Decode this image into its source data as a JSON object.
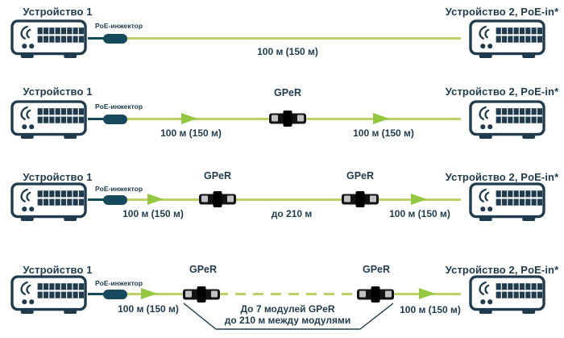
{
  "colors": {
    "text_navy": "#1f3b4d",
    "device_outline": "#1f3b4d",
    "injector_teal": "#17495c",
    "cable_green": "#bdd166",
    "arrow_green": "#94c841",
    "module_black": "#151414",
    "module_gray": "#c0c3c4",
    "background": "#ffffff"
  },
  "rows": [
    {
      "device_left": "Устройство 1",
      "injector_label": "PoE-инжектор",
      "device_right": "Устройство 2, PoE-in*",
      "modules": [],
      "segments": [
        {
          "label": "100 м (150 м)",
          "style": "solid",
          "arrow": false
        }
      ]
    },
    {
      "device_left": "Устройство 1",
      "injector_label": "PoE-инжектор",
      "device_right": "Устройство 2, PoE-in*",
      "modules": [
        {
          "label": "GPeR"
        }
      ],
      "segments": [
        {
          "label": "100 м (150 м)",
          "style": "solid",
          "arrow": true
        },
        {
          "label": "100 м (150 м)",
          "style": "solid",
          "arrow": true
        }
      ]
    },
    {
      "device_left": "Устройство 1",
      "injector_label": "PoE-инжектор",
      "device_right": "Устройство 2, PoE-in*",
      "modules": [
        {
          "label": "GPeR"
        },
        {
          "label": "GPeR"
        }
      ],
      "segments": [
        {
          "label": "100 м (150 м)",
          "style": "solid",
          "arrow": true
        },
        {
          "label": "до 210 м",
          "style": "solid",
          "arrow": false
        },
        {
          "label": "100 м (150 м)",
          "style": "solid",
          "arrow": true
        }
      ]
    },
    {
      "device_left": "Устройство 1",
      "injector_label": "PoE-инжектор",
      "device_right": "Устройство 2, PoE-in*",
      "modules": [
        {
          "label": "GPeR"
        },
        {
          "label": "GPeR"
        }
      ],
      "segments": [
        {
          "label": "100 м (150 м)",
          "style": "solid",
          "arrow": true
        },
        {
          "style": "dashed",
          "arrow": false
        },
        {
          "label": "100 м (150 м)",
          "style": "solid",
          "arrow": true
        }
      ],
      "note": {
        "line1": "До 7 модулей GPeR",
        "line2": "до 210 м между модулями"
      }
    }
  ]
}
